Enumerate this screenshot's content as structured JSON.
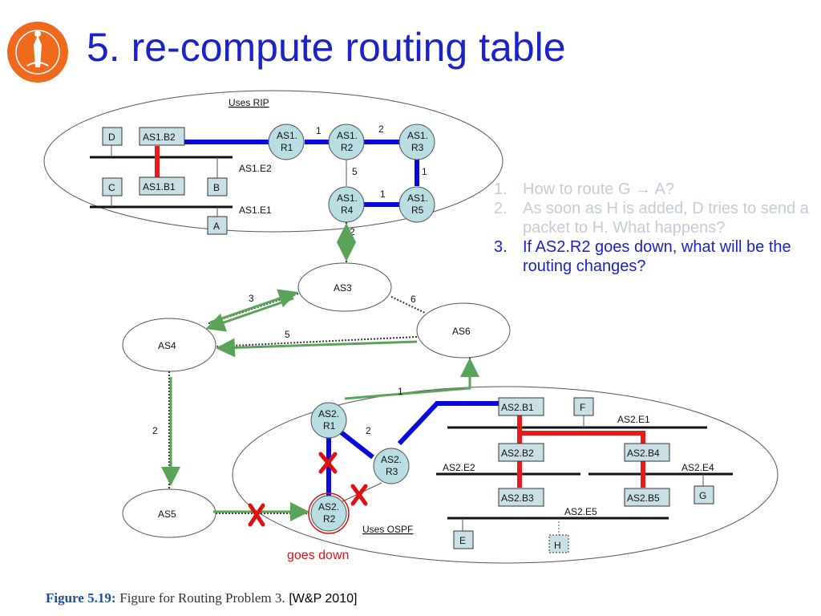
{
  "slide": {
    "title": "5. re-compute routing table"
  },
  "questions": [
    {
      "num": "1.",
      "text": "How to route G → A?",
      "state": "faded"
    },
    {
      "num": "2.",
      "text": "As soon as H is added, D tries to send a packet to H.  What happens?",
      "state": "faded"
    },
    {
      "num": "3.",
      "text": "If AS2.R2 goes down, what will be the routing changes?",
      "state": "active"
    }
  ],
  "caption": {
    "figure": "Figure 5.19:",
    "text": "Figure for Routing Problem 3.",
    "citation": "[W&P 2010]"
  },
  "diagram": {
    "as1_label": "Uses RIP",
    "as2_label": "Uses OSPF",
    "goes_down": "goes down",
    "as_clouds": [
      "AS3",
      "AS4",
      "AS5",
      "AS6"
    ],
    "as1_routers": [
      "AS1.",
      "R1",
      "AS1.",
      "R2",
      "AS1.",
      "R3",
      "AS1.",
      "R4",
      "AS1.",
      "R5"
    ],
    "as1_boxes": [
      "D",
      "AS1.B2",
      "C",
      "AS1.B1",
      "B",
      "A"
    ],
    "as1_nets": [
      "AS1.E2",
      "AS1.E1"
    ],
    "as2_routers": [
      "AS2.",
      "R1",
      "AS2.",
      "R2",
      "AS2.",
      "R3"
    ],
    "as2_boxes": [
      "AS2.B1",
      "F",
      "AS2.B2",
      "AS2.B4",
      "AS2.B3",
      "AS2.B5",
      "G",
      "E",
      "H"
    ],
    "as2_nets": [
      "AS2.E1",
      "AS2.E2",
      "AS2.E4",
      "AS2.E5"
    ],
    "costs": [
      "1",
      "2",
      "5",
      "1",
      "1",
      "2",
      "3",
      "6",
      "5",
      "2",
      "1",
      "2"
    ],
    "colors": {
      "title": "#1a22c8",
      "blue_link": "#0a0ae0",
      "red_link": "#e81a1a",
      "green_arrow": "#5aa45a",
      "fail_x": "#e01010"
    }
  }
}
